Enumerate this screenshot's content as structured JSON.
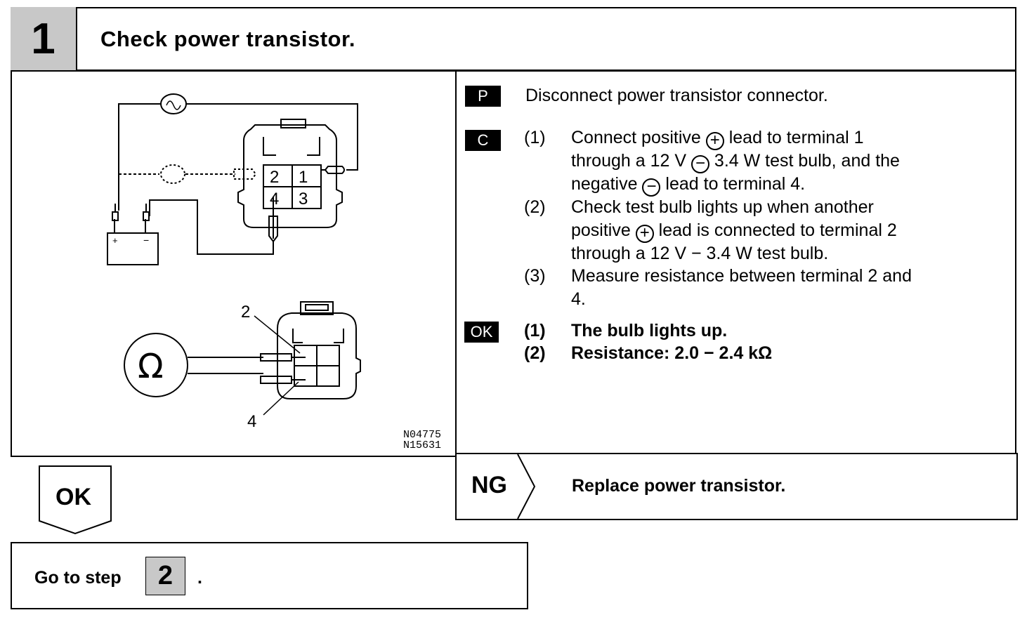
{
  "header": {
    "step_number": "1",
    "title": "Check power transistor."
  },
  "diagram": {
    "upper_terminals": [
      "2",
      "1",
      "4",
      "3"
    ],
    "lower_callouts": {
      "top": "2",
      "bottom": "4"
    },
    "ohm_symbol": "Ω",
    "battery_plus": "+",
    "battery_minus": "−",
    "figure_codes": [
      "N04775",
      "N15631"
    ]
  },
  "prep": {
    "tag": "P",
    "text": "Disconnect power transistor connector."
  },
  "check": {
    "tag": "C",
    "items": [
      {
        "num": "(1)",
        "lines": [
          [
            "Connect positive ",
            "+",
            " lead to terminal 1"
          ],
          [
            "through a 12 V ",
            "−",
            " 3.4 W test bulb, and the"
          ],
          [
            "negative ",
            "−",
            " lead to terminal 4."
          ]
        ]
      },
      {
        "num": "(2)",
        "lines": [
          [
            "Check test bulb lights up when another"
          ],
          [
            "positive ",
            "+",
            " lead is connected to terminal 2"
          ],
          [
            "through a 12 V − 3.4 W test bulb."
          ]
        ]
      },
      {
        "num": "(3)",
        "lines": [
          [
            "Measure resistance between terminal 2 and"
          ],
          [
            "4."
          ]
        ]
      }
    ]
  },
  "ok_result": {
    "tag": "OK",
    "items": [
      {
        "num": "(1)",
        "text": "The bulb lights up."
      },
      {
        "num": "(2)",
        "text": "Resistance: 2.0 − 2.4 kΩ"
      }
    ]
  },
  "ng": {
    "label": "NG",
    "text": "Replace power transistor."
  },
  "ok_branch": {
    "label": "OK"
  },
  "goto": {
    "text": "Go to step",
    "step": "2",
    "period": "."
  }
}
